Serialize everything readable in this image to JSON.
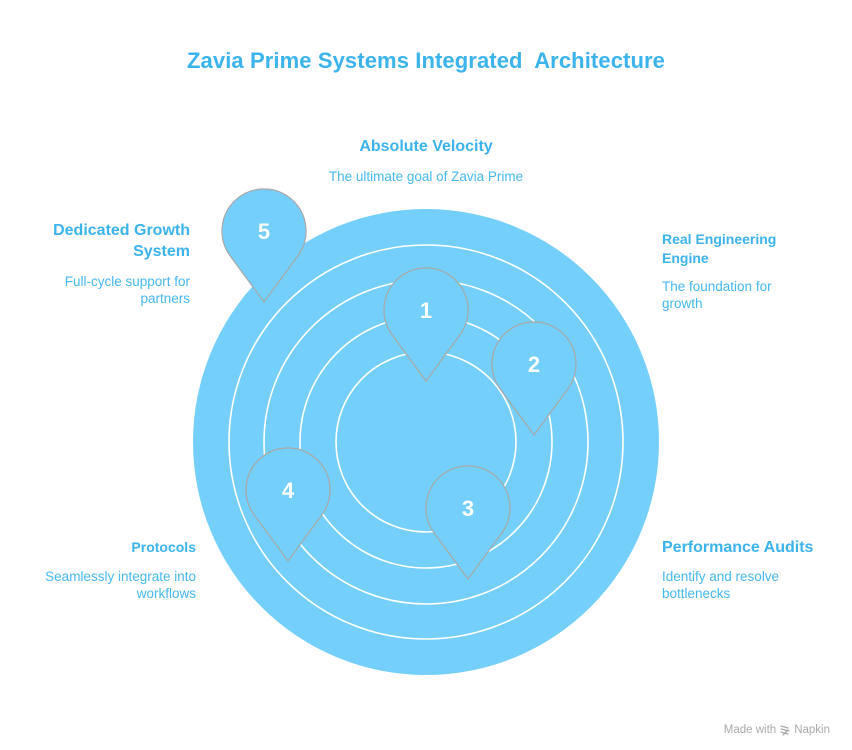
{
  "title": "Zavia Prime Systems Integrated  Architecture",
  "colors": {
    "accent": "#3bb3ec",
    "disk_fill": "#74cffa",
    "ring_stroke": "#ffffff",
    "pin_outline": "#a8a8a8",
    "watermark": "#a9a9a9"
  },
  "rings_count": 5,
  "pins": [
    {
      "number": "1"
    },
    {
      "number": "2"
    },
    {
      "number": "3"
    },
    {
      "number": "4"
    },
    {
      "number": "5"
    }
  ],
  "labels": {
    "absolute_velocity": {
      "heading": "Absolute Velocity",
      "description": "The ultimate goal of Zavia Prime"
    },
    "real_engineering_engine": {
      "heading": "Real Engineering Engine",
      "description": "The foundation for growth"
    },
    "performance_audits": {
      "heading": "Performance Audits",
      "description": "Identify and resolve bottlenecks"
    },
    "protocols": {
      "heading": "Protocols",
      "description": "Seamlessly integrate into workflows"
    },
    "dedicated_growth_system": {
      "heading": "Dedicated Growth System",
      "description": "Full-cycle support for partners"
    }
  },
  "watermark": {
    "prefix": "Made with",
    "brand": "Napkin",
    "icon": "napkin-logo-icon"
  }
}
